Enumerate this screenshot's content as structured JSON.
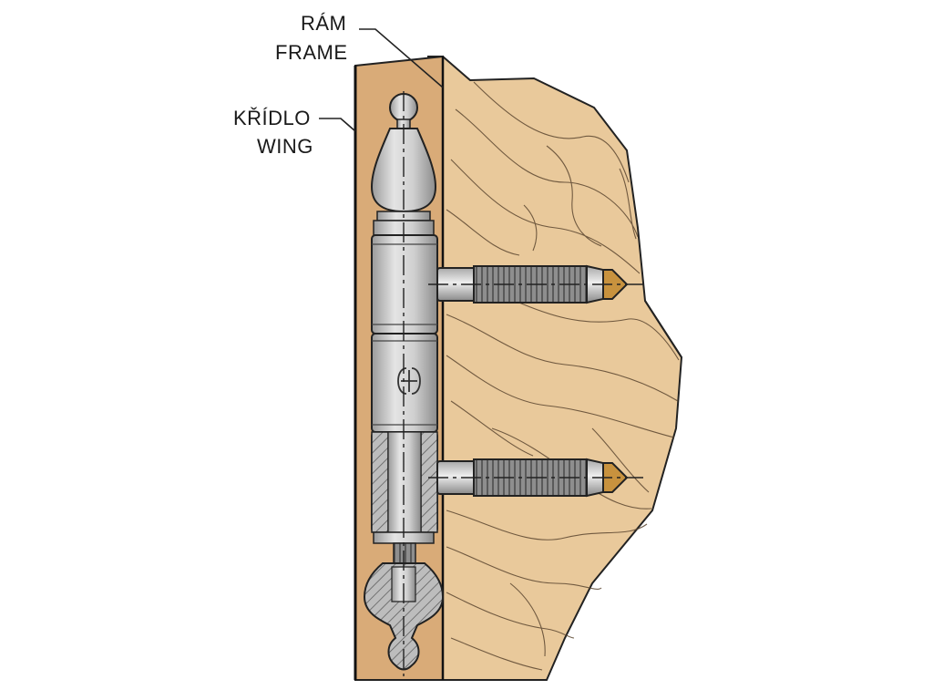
{
  "labels": {
    "frame_cz": "RÁM",
    "frame_en": "FRAME",
    "wing_cz": "KŘÍDLO",
    "wing_en": "WING"
  },
  "colors": {
    "wood_frame": "#e8c89a",
    "wood_wing": "#d9ab76",
    "metal": "#c9c9c9",
    "thread": "#7d7d7d",
    "brass_tip": "#c8923e",
    "outline": "#222222"
  }
}
